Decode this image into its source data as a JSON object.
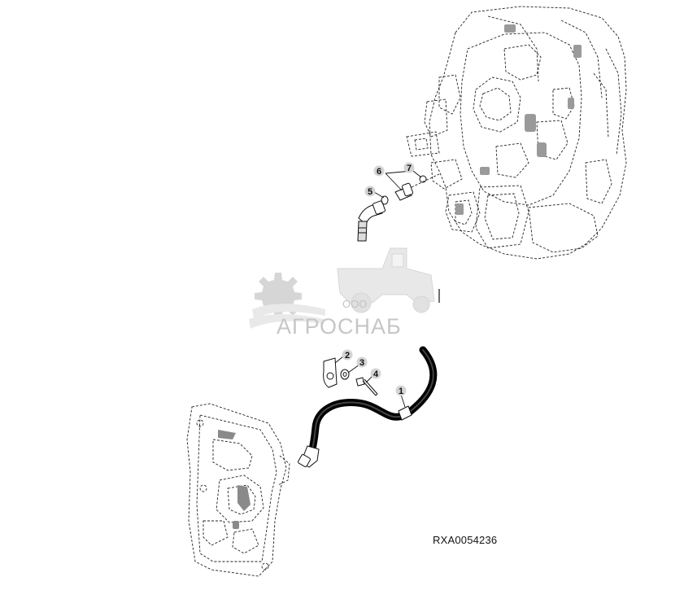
{
  "figure": {
    "code": "RXA0054236",
    "callouts": [
      "1",
      "2",
      "3",
      "4",
      "5",
      "6",
      "7"
    ]
  },
  "watermark": {
    "prefix": "ООО",
    "name": "АГРОСНАБ"
  }
}
